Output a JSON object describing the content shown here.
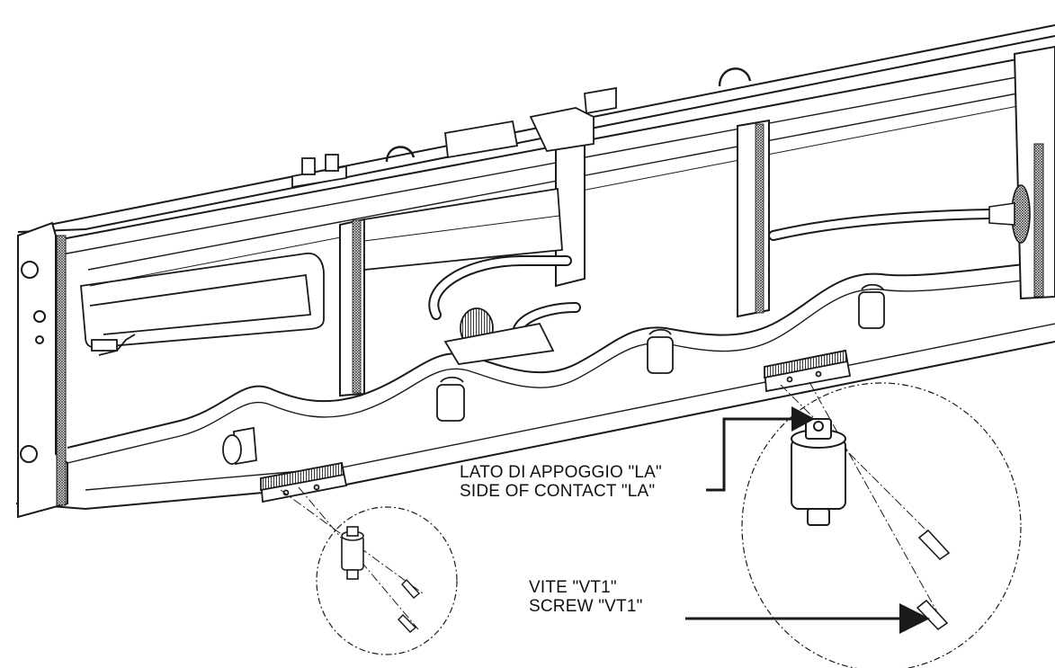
{
  "callouts": {
    "contact_side": {
      "line_it": "LATO DI APPOGGIO \"LA\"",
      "line_en": "SIDE OF CONTACT \"LA\""
    },
    "screw": {
      "line_it": "VITE \"VT1\"",
      "line_en": "SCREW \"VT1\""
    }
  },
  "colors": {
    "line": "#1a1a1a",
    "background": "#ffffff",
    "grip_fill": "#cfcfcf"
  }
}
